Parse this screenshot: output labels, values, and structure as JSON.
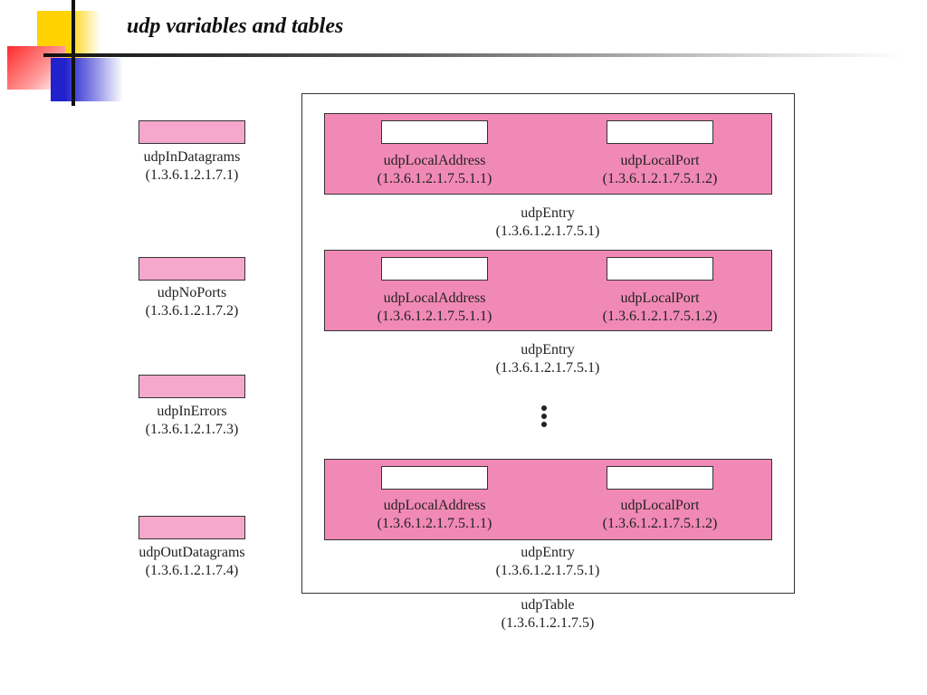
{
  "title": "udp variables and tables",
  "variables": [
    {
      "name": "udpInDatagrams",
      "oid": "(1.3.6.1.2.1.7.1)"
    },
    {
      "name": "udpNoPorts",
      "oid": "(1.3.6.1.2.1.7.2)"
    },
    {
      "name": "udpInErrors",
      "oid": "(1.3.6.1.2.1.7.3)"
    },
    {
      "name": "udpOutDatagrams",
      "oid": "(1.3.6.1.2.1.7.4)"
    }
  ],
  "table": {
    "name": "udpTable",
    "oid": "(1.3.6.1.2.1.7.5)"
  },
  "entry": {
    "name": "udpEntry",
    "oid": "(1.3.6.1.2.1.7.5.1)"
  },
  "fields": [
    {
      "name": "udpLocalAddress",
      "oid": "(1.3.6.1.2.1.7.5.1.1)"
    },
    {
      "name": "udpLocalPort",
      "oid": "(1.3.6.1.2.1.7.5.1.2)"
    }
  ],
  "colors": {
    "entry_fill": "#f189b6",
    "variable_fill": "#f5a8cc"
  }
}
